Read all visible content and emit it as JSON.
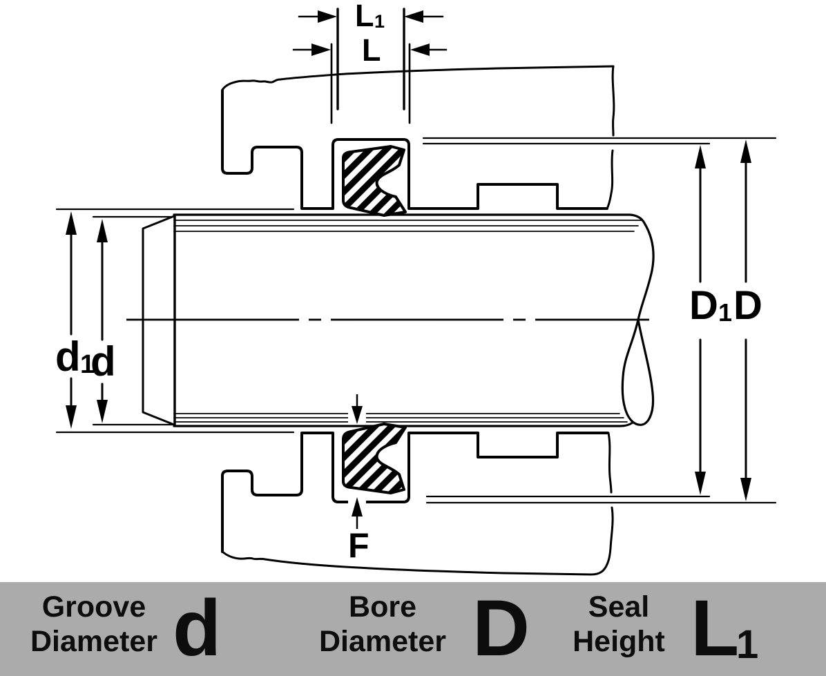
{
  "colors": {
    "ink": "#000000",
    "background": "#ffffff",
    "legend_bg": "#ababab",
    "seal_hatch": "#000000"
  },
  "diagram": {
    "labels": {
      "L1": {
        "main": "L",
        "sub": "1"
      },
      "L": {
        "main": "L",
        "sub": ""
      },
      "F": {
        "main": "F",
        "sub": ""
      },
      "d1": {
        "main": "d",
        "sub": "1"
      },
      "d": {
        "main": "d",
        "sub": ""
      },
      "D1": {
        "main": "D",
        "sub": "1"
      },
      "D": {
        "main": "D",
        "sub": ""
      }
    }
  },
  "legend": {
    "items": [
      {
        "line1": "Groove",
        "line2": "Diameter",
        "symbol": "d",
        "sub": ""
      },
      {
        "line1": "Bore",
        "line2": "Diameter",
        "symbol": "D",
        "sub": ""
      },
      {
        "line1": "Seal",
        "line2": "Height",
        "symbol": "L",
        "sub": "1"
      }
    ]
  }
}
